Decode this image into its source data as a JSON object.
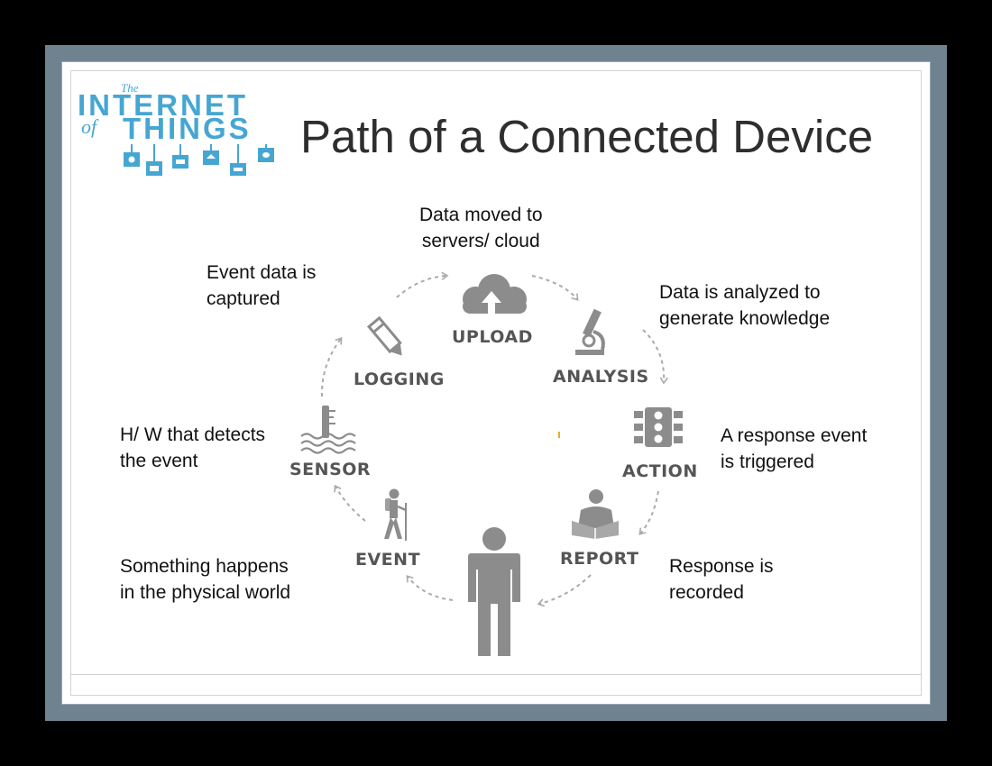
{
  "title": "Path of a Connected Device",
  "logo": {
    "the": "The",
    "line1": "INTERNET",
    "of": "of",
    "line2": "THINGS"
  },
  "nodes": [
    {
      "id": "upload",
      "label": "UPLOAD"
    },
    {
      "id": "analysis",
      "label": "ANALYSIS"
    },
    {
      "id": "action",
      "label": "ACTION"
    },
    {
      "id": "report",
      "label": "REPORT"
    },
    {
      "id": "event",
      "label": "EVENT"
    },
    {
      "id": "sensor",
      "label": "SENSOR"
    },
    {
      "id": "logging",
      "label": "LOGGING"
    }
  ],
  "descriptions": {
    "upload": [
      "Data moved to",
      "servers/ cloud"
    ],
    "analysis": [
      "Data is analyzed to",
      "generate knowledge"
    ],
    "action": [
      "A response event",
      "is triggered"
    ],
    "report": [
      "Response is",
      "recorded"
    ],
    "event": [
      "Something happens",
      "in the physical world"
    ],
    "sensor": [
      "H/ W that detects",
      "the event"
    ],
    "logging": [
      "Event data is",
      "captured"
    ]
  },
  "colors": {
    "frame": "#6e8290",
    "icon": "#8c8c8c",
    "logo": "#46a6d2",
    "arrow": "#aaaaaa"
  },
  "icons": {
    "upload": "cloud-upload-icon",
    "analysis": "microscope-icon",
    "action": "traffic-light-icon",
    "report": "person-reading-icon",
    "event": "hiker-icon",
    "sensor": "thermometer-icon",
    "logging": "pencil-icon",
    "center": "person-icon"
  }
}
